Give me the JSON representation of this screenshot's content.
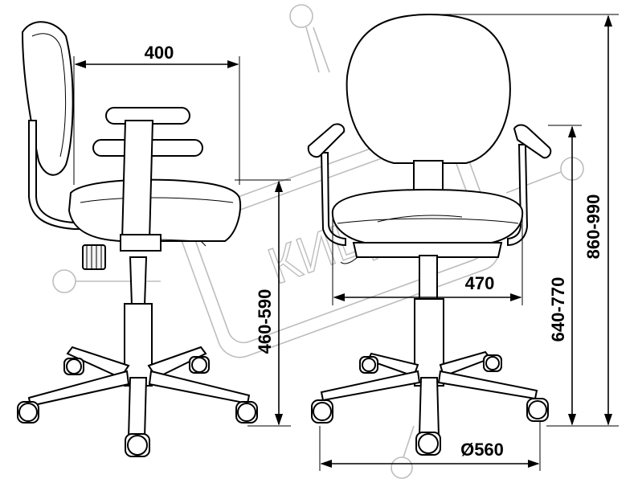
{
  "dimensions": {
    "side_depth": "400",
    "side_seat_height": "460-590",
    "front_seat_width": "470",
    "front_armrest_height": "640-770",
    "front_total_height": "860-990",
    "base_diameter": "Ø560"
  },
  "watermark": {
    "text": "КИЦ"
  }
}
